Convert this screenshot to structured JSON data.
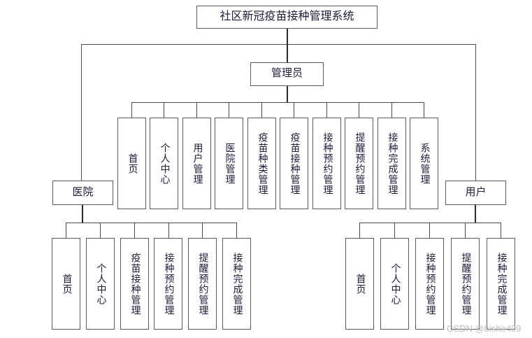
{
  "diagram": {
    "title_node": {
      "label": "社区新冠疫苗接种管理系统"
    },
    "roles": [
      {
        "id": "hospital",
        "label": "医院"
      },
      {
        "id": "admin",
        "label": "管理员"
      },
      {
        "id": "user",
        "label": "用户"
      }
    ],
    "admin_modules": [
      {
        "label": "首页"
      },
      {
        "label": "个人中心"
      },
      {
        "label": "用户管理"
      },
      {
        "label": "医院管理"
      },
      {
        "label": "疫苗种类管理"
      },
      {
        "label": "疫苗接种管理"
      },
      {
        "label": "接种预约管理"
      },
      {
        "label": "提醒预约管理"
      },
      {
        "label": "接种完成管理"
      },
      {
        "label": "系统管理"
      }
    ],
    "hospital_modules": [
      {
        "label": "首页"
      },
      {
        "label": "个人中心"
      },
      {
        "label": "疫苗接种管理"
      },
      {
        "label": "接种预约管理"
      },
      {
        "label": "提醒预约管理"
      },
      {
        "label": "接种完成管理"
      }
    ],
    "user_modules": [
      {
        "label": "首页"
      },
      {
        "label": "个人中心"
      },
      {
        "label": "接种预约管理"
      },
      {
        "label": "提醒预约管理"
      },
      {
        "label": "接种完成管理"
      }
    ],
    "watermark": {
      "text": "CSDN @bishe409"
    },
    "colors": {
      "box_border": "#5a5a5a",
      "line": "#4a4a4a",
      "text": "#1b1b3a",
      "background": "#ffffff",
      "watermark": "#bdbdbd"
    }
  }
}
